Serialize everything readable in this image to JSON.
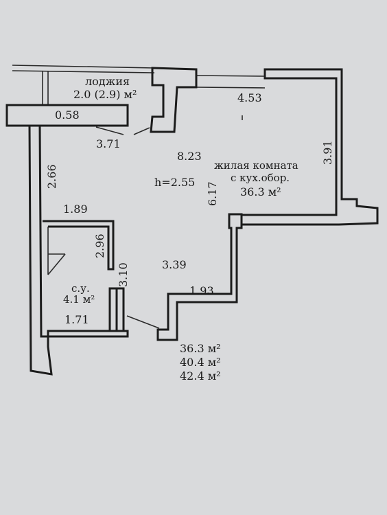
{
  "loggia": {
    "name": "лоджия",
    "area": "2.0 (2.9) м²"
  },
  "living_room": {
    "name_line1": "жилая комната",
    "name_line2": "с кух.обор.",
    "area": "36.3 м²"
  },
  "bathroom": {
    "name": "с.у.",
    "area": "4.1 м²"
  },
  "ceiling_height": "h=2.55",
  "dimensions": {
    "d_4_53": "4.53",
    "d_0_58": "0.58",
    "d_3_71": "3.71",
    "d_8_23": "8.23",
    "d_3_91": "3.91",
    "d_2_66": "2.66",
    "d_6_17": "6.17",
    "d_1_89": "1.89",
    "d_2_96": "2.96",
    "d_3_10": "3.10",
    "d_3_39": "3.39",
    "d_1_93": "1.93",
    "d_1_71": "1.71"
  },
  "totals": {
    "living": "36.3 м²",
    "total": "40.4 м²",
    "total_with_loggia": "42.4 м²"
  }
}
